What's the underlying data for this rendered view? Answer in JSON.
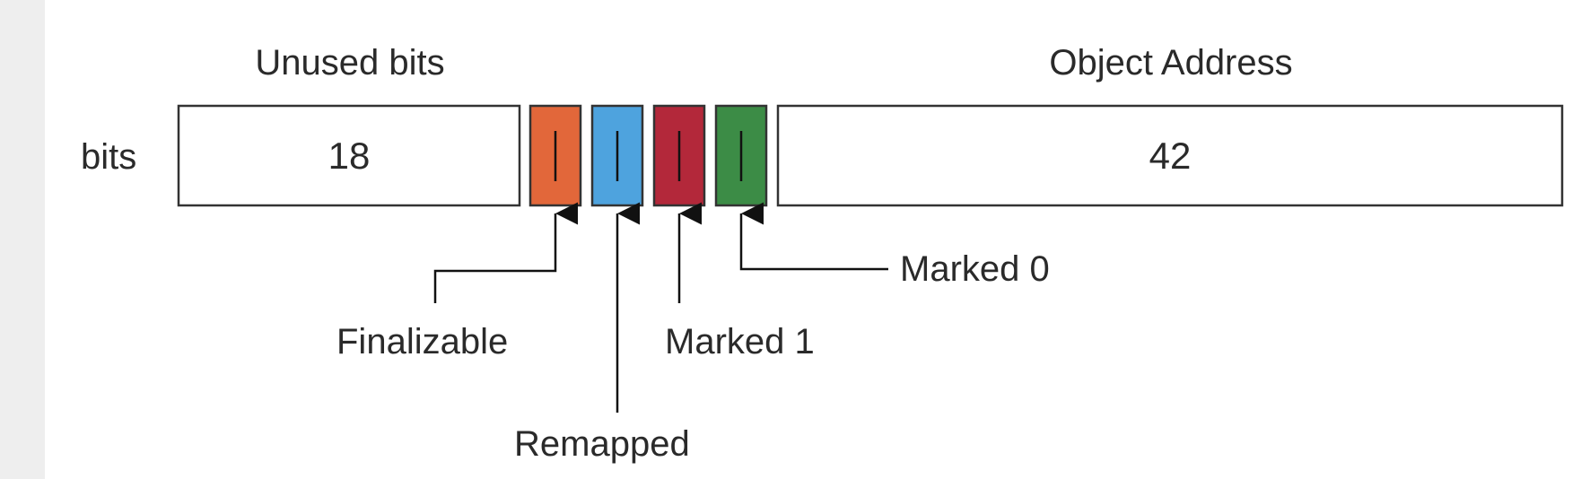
{
  "diagram": {
    "headers": {
      "unused_bits": "Unused bits",
      "object_address": "Object Address"
    },
    "row_label": "bits",
    "fields": {
      "unused_bits_count": "18",
      "object_address_count": "42"
    },
    "flags": [
      {
        "name": "Finalizable",
        "color": "#e2673a"
      },
      {
        "name": "Remapped",
        "color": "#4ea3de"
      },
      {
        "name": "Marked 1",
        "color": "#b3283a"
      },
      {
        "name": "Marked 0",
        "color": "#3c8c46"
      }
    ],
    "colors": {
      "stroke": "#333333",
      "text": "#2a2a2a"
    }
  }
}
